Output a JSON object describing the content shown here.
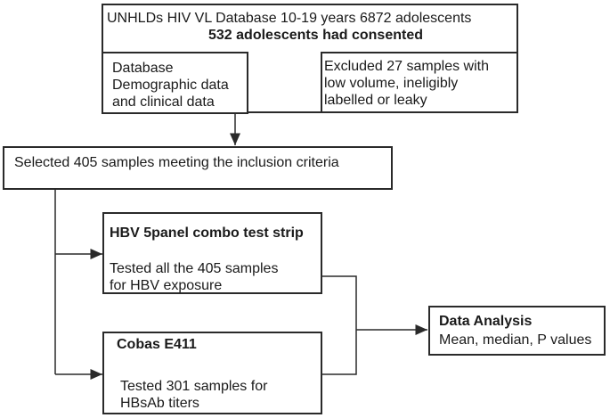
{
  "top_box": {
    "line1": "UNHLDs HIV VL Database 10-19 years 6872 adolescents",
    "line2_number": "532",
    "line2_text": " adolescents had consented"
  },
  "database_box": {
    "lines": [
      "Database",
      "Demographic data",
      "and clinical data"
    ]
  },
  "excluded_box": {
    "lines": [
      "Excluded 27 samples with",
      "low volume, ineligibly",
      "labelled or leaky"
    ]
  },
  "selected_box": {
    "text": "Selected  405 samples meeting the inclusion criteria"
  },
  "hbv_box": {
    "title": "HBV 5panel combo test strip",
    "lines": [
      "Tested all the 405 samples",
      "for HBV exposure"
    ]
  },
  "cobas_box": {
    "title": "Cobas E411",
    "lines": [
      "Tested 301 samples for",
      "HBsAb titers"
    ]
  },
  "analysis_box": {
    "title": "Data Analysis",
    "text": "Mean, median, P values"
  },
  "colors": {
    "stroke": "#2a2a2a",
    "text": "#1a1a1a"
  }
}
